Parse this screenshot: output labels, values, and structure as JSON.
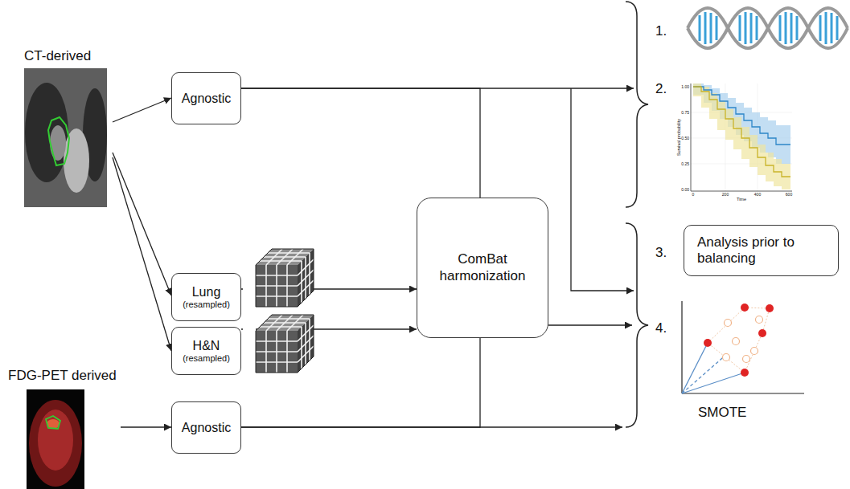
{
  "diagram": {
    "nodes": [
      {
        "text": [
          "CT-derived"
        ]
      },
      {
        "text": [
          "Agnostic"
        ]
      },
      {
        "text": [
          "Lung",
          "(resampled)"
        ]
      },
      {
        "text": [
          "H&N",
          "(resampled)"
        ]
      },
      {
        "text": [
          "ComBat harmonization"
        ]
      },
      {
        "text": [
          "FDG-PET derived"
        ]
      },
      {
        "text": [
          "Agnostic"
        ]
      },
      {
        "text": [
          "Analysis prior to balancing"
        ]
      }
    ],
    "edges": [
      {
        "from": 0,
        "to": 1,
        "arrow": "to"
      },
      {
        "from": 0,
        "to": 2,
        "arrow": "to"
      },
      {
        "from": 0,
        "to": 3,
        "arrow": "to"
      },
      {
        "from": 5,
        "to": 6,
        "arrow": "to"
      },
      {
        "from": 2,
        "to": 4,
        "arrow": "to"
      },
      {
        "from": 3,
        "to": 4,
        "arrow": "to"
      },
      {
        "from": 1,
        "to": 4,
        "arrow": "none"
      },
      {
        "from": 6,
        "to": 4,
        "arrow": "none"
      }
    ],
    "labels": [
      "1.",
      "2.",
      "3.",
      "4.",
      "SMOTE",
      "Survival probability",
      "Time",
      "1.00",
      "0.75",
      "0.50",
      "0.25",
      "0.00",
      "0",
      "200",
      "400",
      "600"
    ]
  }
}
